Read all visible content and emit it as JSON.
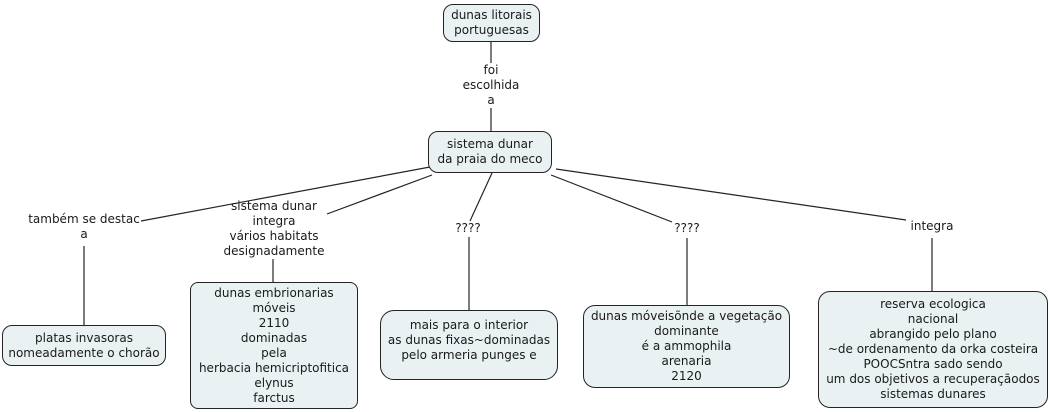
{
  "title": "concept map: dunas litorais portuguesas",
  "colors": {
    "background": "#ffffff",
    "node_fill": "#e9f1f3",
    "node_border": "#242424",
    "connector": "#242424",
    "text": "#1a1a1a"
  },
  "nodes": [
    {
      "id": "dunas-litorais",
      "lines": [
        "dunas litorais",
        "portuguesas"
      ]
    },
    {
      "id": "sistema-dunar-meco",
      "lines": [
        "sistema dunar",
        "da praia do meco"
      ]
    },
    {
      "id": "platas-invasoras",
      "lines": [
        "platas invasoras",
        "nomeadamente o chorão"
      ]
    },
    {
      "id": "dunas-embrionarias",
      "lines": [
        "dunas embrionarias",
        "móveis",
        "2110",
        "dominadas",
        "pela",
        "herbacia hemicriptofitica",
        "elynus",
        "farctus"
      ]
    },
    {
      "id": "mais-interior",
      "lines": [
        "mais para o interior",
        "as dunas fixas~dominadas",
        "pelo armeria punges e"
      ]
    },
    {
      "id": "dunas-moveis-onde",
      "lines": [
        "dunas móveisõnde a vegetação",
        "dominante",
        "é a ammophila",
        "arenaria",
        "2120"
      ]
    },
    {
      "id": "reserva-ecologica",
      "lines": [
        "reserva ecologica",
        "nacional",
        "abrangido pelo plano",
        "~de ordenamento da orka costeira",
        "POOCSntra sado sendo",
        "um dos objetivos a recuperaçãodos",
        "sistemas dunares"
      ]
    }
  ],
  "link_labels": [
    {
      "id": "foi-escolhida-a",
      "lines": [
        "foi",
        "escolhida",
        "a"
      ]
    },
    {
      "id": "tambem-se-destac-a",
      "lines": [
        "também se destac",
        "a"
      ]
    },
    {
      "id": "sistema-dunar-integra",
      "lines": [
        "sistema dunar",
        "integra",
        "vários habitats",
        "designadamente"
      ]
    },
    {
      "id": "unknown-1",
      "lines": [
        "????"
      ]
    },
    {
      "id": "unknown-2",
      "lines": [
        "????"
      ]
    },
    {
      "id": "integra",
      "lines": [
        "integra"
      ]
    }
  ],
  "links": [
    {
      "from": "dunas-litorais",
      "label": "foi-escolhida-a",
      "to": "sistema-dunar-meco"
    },
    {
      "from": "sistema-dunar-meco",
      "label": "tambem-se-destac-a",
      "to": "platas-invasoras"
    },
    {
      "from": "sistema-dunar-meco",
      "label": "sistema-dunar-integra",
      "to": "dunas-embrionarias"
    },
    {
      "from": "sistema-dunar-meco",
      "label": "unknown-1",
      "to": "mais-interior"
    },
    {
      "from": "sistema-dunar-meco",
      "label": "unknown-2",
      "to": "dunas-moveis-onde"
    },
    {
      "from": "sistema-dunar-meco",
      "label": "integra",
      "to": "reserva-ecologica"
    }
  ]
}
